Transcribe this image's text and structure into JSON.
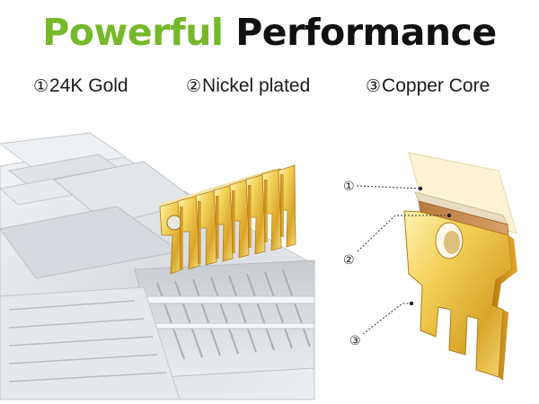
{
  "headline": {
    "part1": "Powerful",
    "part2": "Performance"
  },
  "colors": {
    "accent_green": "#76b82a",
    "gold": "#e0b43a",
    "copper": "#c9894a"
  },
  "legend": [
    {
      "number": "①",
      "label": "24K Gold"
    },
    {
      "number": "②",
      "label": "Nickel plated"
    },
    {
      "number": "③",
      "label": "Copper Core"
    }
  ],
  "callouts": [
    "①",
    "②",
    "③"
  ]
}
